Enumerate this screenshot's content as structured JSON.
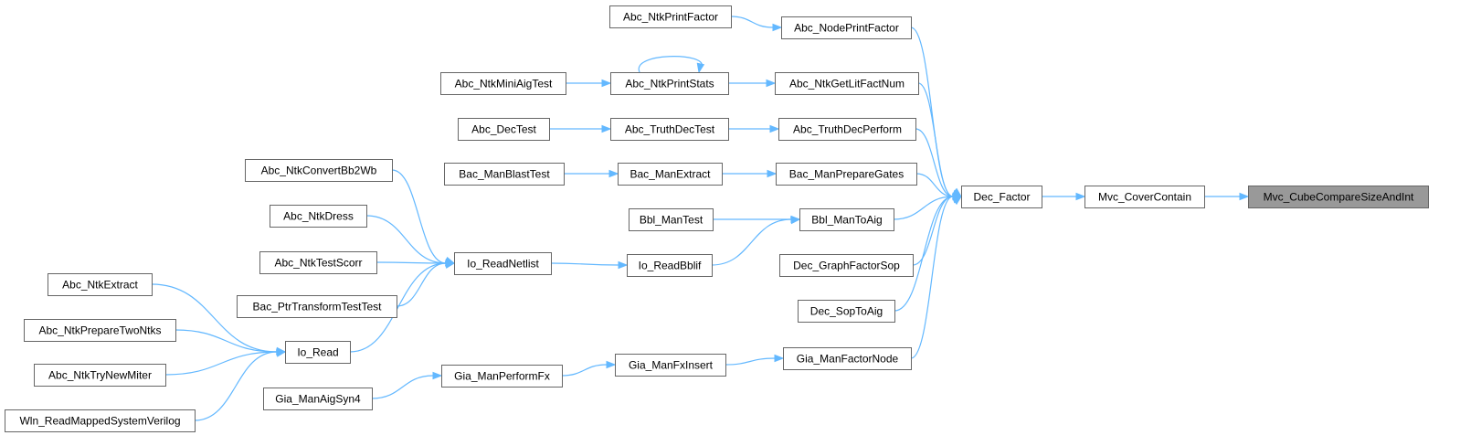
{
  "graph": {
    "nodes": [
      {
        "id": "n_root",
        "label": "Mvc_CubeCompareSizeAndInt",
        "root": true
      },
      {
        "id": "n_mvc",
        "label": "Mvc_CoverContain"
      },
      {
        "id": "n_dec",
        "label": "Dec_Factor"
      },
      {
        "id": "n_nodeprint",
        "label": "Abc_NodePrintFactor"
      },
      {
        "id": "n_ntkprintfactor",
        "label": "Abc_NtkPrintFactor"
      },
      {
        "id": "n_getlit",
        "label": "Abc_NtkGetLitFactNum"
      },
      {
        "id": "n_printstats",
        "label": "Abc_NtkPrintStats"
      },
      {
        "id": "n_miniaig",
        "label": "Abc_NtkMiniAigTest"
      },
      {
        "id": "n_truthperf",
        "label": "Abc_TruthDecPerform"
      },
      {
        "id": "n_truthtest",
        "label": "Abc_TruthDecTest"
      },
      {
        "id": "n_dectest",
        "label": "Abc_DecTest"
      },
      {
        "id": "n_prepgates",
        "label": "Bac_ManPrepareGates"
      },
      {
        "id": "n_bacextract",
        "label": "Bac_ManExtract"
      },
      {
        "id": "n_blasttest",
        "label": "Bac_ManBlastTest"
      },
      {
        "id": "n_bbltoaig",
        "label": "Bbl_ManToAig"
      },
      {
        "id": "n_bbltest",
        "label": "Bbl_ManTest"
      },
      {
        "id": "n_readbblif",
        "label": "Io_ReadBblif"
      },
      {
        "id": "n_readnetlist",
        "label": "Io_ReadNetlist"
      },
      {
        "id": "n_convbb2wb",
        "label": "Abc_NtkConvertBb2Wb"
      },
      {
        "id": "n_dress",
        "label": "Abc_NtkDress"
      },
      {
        "id": "n_testscorr",
        "label": "Abc_NtkTestScorr"
      },
      {
        "id": "n_ptrtransform",
        "label": "Bac_PtrTransformTestTest"
      },
      {
        "id": "n_ioread",
        "label": "Io_Read"
      },
      {
        "id": "n_ntkextract",
        "label": "Abc_NtkExtract"
      },
      {
        "id": "n_preptwo",
        "label": "Abc_NtkPrepareTwoNtks"
      },
      {
        "id": "n_trymiter",
        "label": "Abc_NtkTryNewMiter"
      },
      {
        "id": "n_wln",
        "label": "Wln_ReadMappedSystemVerilog"
      },
      {
        "id": "n_graphfactor",
        "label": "Dec_GraphFactorSop"
      },
      {
        "id": "n_soptoaig",
        "label": "Dec_SopToAig"
      },
      {
        "id": "n_factornode",
        "label": "Gia_ManFactorNode"
      },
      {
        "id": "n_fxinsert",
        "label": "Gia_ManFxInsert"
      },
      {
        "id": "n_performfx",
        "label": "Gia_ManPerformFx"
      },
      {
        "id": "n_aigsyn4",
        "label": "Gia_ManAigSyn4"
      }
    ],
    "edges": [
      {
        "from": "n_mvc",
        "to": "n_root"
      },
      {
        "from": "n_dec",
        "to": "n_mvc"
      },
      {
        "from": "n_nodeprint",
        "to": "n_dec"
      },
      {
        "from": "n_getlit",
        "to": "n_dec"
      },
      {
        "from": "n_truthperf",
        "to": "n_dec"
      },
      {
        "from": "n_prepgates",
        "to": "n_dec"
      },
      {
        "from": "n_bbltoaig",
        "to": "n_dec"
      },
      {
        "from": "n_graphfactor",
        "to": "n_dec"
      },
      {
        "from": "n_soptoaig",
        "to": "n_dec"
      },
      {
        "from": "n_factornode",
        "to": "n_dec"
      },
      {
        "from": "n_ntkprintfactor",
        "to": "n_nodeprint"
      },
      {
        "from": "n_printstats",
        "to": "n_getlit"
      },
      {
        "from": "n_printstats",
        "to": "n_printstats"
      },
      {
        "from": "n_miniaig",
        "to": "n_printstats"
      },
      {
        "from": "n_truthtest",
        "to": "n_truthperf"
      },
      {
        "from": "n_dectest",
        "to": "n_truthtest"
      },
      {
        "from": "n_bacextract",
        "to": "n_prepgates"
      },
      {
        "from": "n_blasttest",
        "to": "n_bacextract"
      },
      {
        "from": "n_bbltest",
        "to": "n_bbltoaig"
      },
      {
        "from": "n_readbblif",
        "to": "n_bbltoaig"
      },
      {
        "from": "n_readnetlist",
        "to": "n_readbblif"
      },
      {
        "from": "n_convbb2wb",
        "to": "n_readnetlist"
      },
      {
        "from": "n_dress",
        "to": "n_readnetlist"
      },
      {
        "from": "n_testscorr",
        "to": "n_readnetlist"
      },
      {
        "from": "n_ptrtransform",
        "to": "n_readnetlist"
      },
      {
        "from": "n_ioread",
        "to": "n_readnetlist"
      },
      {
        "from": "n_ntkextract",
        "to": "n_ioread"
      },
      {
        "from": "n_preptwo",
        "to": "n_ioread"
      },
      {
        "from": "n_trymiter",
        "to": "n_ioread"
      },
      {
        "from": "n_wln",
        "to": "n_ioread"
      },
      {
        "from": "n_fxinsert",
        "to": "n_factornode"
      },
      {
        "from": "n_performfx",
        "to": "n_fxinsert"
      },
      {
        "from": "n_aigsyn4",
        "to": "n_performfx"
      }
    ],
    "colors": {
      "edge": "#63b8ff",
      "node_border": "#666666",
      "node_fill": "#ffffff",
      "root_fill": "#999999"
    }
  }
}
